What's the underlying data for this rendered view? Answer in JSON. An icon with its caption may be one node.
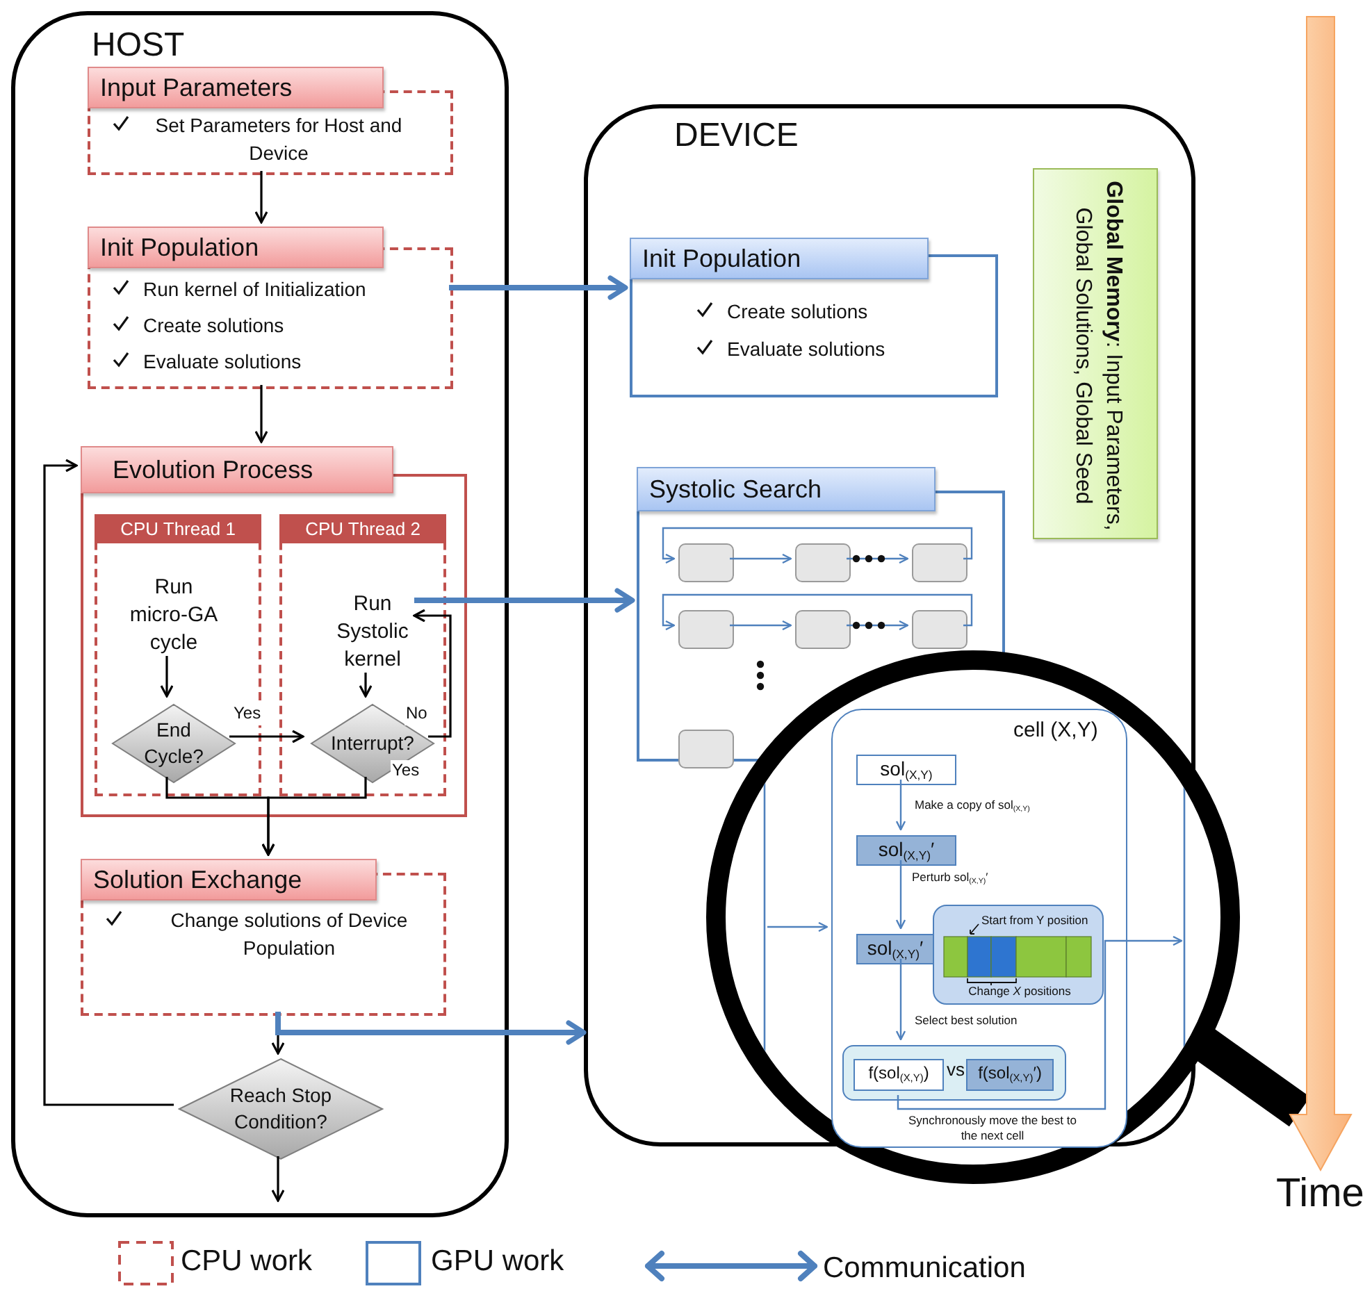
{
  "diagram": {
    "nodes": [
      {
        "text": [
          "HOST"
        ]
      },
      {
        "text": [
          "Input Parameters",
          "Set Parameters for Host and Device"
        ],
        "in": 0
      },
      {
        "text": [
          "Init Population",
          "Run kernel of Initialization",
          "Create solutions",
          "Evaluate solutions"
        ],
        "in": 0
      },
      {
        "text": [
          "Evolution Process"
        ],
        "in": 0
      },
      {
        "text": [
          "CPU Thread 1"
        ],
        "in": 3
      },
      {
        "text": [
          "Run micro-GA cycle"
        ],
        "in": 4
      },
      {
        "text": [
          "End Cycle?"
        ],
        "in": 4
      },
      {
        "text": [
          "CPU Thread 2"
        ],
        "in": 3
      },
      {
        "text": [
          "Run Systolic kernel"
        ],
        "in": 7
      },
      {
        "text": [
          "Interrupt?"
        ],
        "in": 7
      },
      {
        "text": [
          "Solution Exchange",
          "Change solutions of Device Population"
        ],
        "in": 0
      },
      {
        "text": [
          "Reach Stop Condition?"
        ],
        "in": 0
      },
      {
        "text": [
          "DEVICE"
        ]
      },
      {
        "text": [
          "Init Population",
          "Create solutions",
          "Evaluate solutions"
        ],
        "in": 12
      },
      {
        "text": [
          "**Global Memory**: Input Parameters, Global Solutions, Global Seed"
        ],
        "in": 12
      },
      {
        "text": [
          "Systolic Search"
        ],
        "in": 12
      },
      {
        "text": [],
        "shape": "box",
        "in": 15
      },
      {
        "text": [],
        "shape": "box",
        "in": 15
      },
      {
        "text": [],
        "shape": "box",
        "in": 15
      },
      {
        "text": [],
        "shape": "box",
        "in": 15
      },
      {
        "text": [],
        "shape": "box",
        "in": 15
      },
      {
        "text": [],
        "shape": "box",
        "in": 15
      },
      {
        "text": [],
        "shape": "box",
        "in": 15
      },
      {
        "text": [
          "cell (X,Y)"
        ],
        "in": 12
      },
      {
        "text": [
          "sol$_{(X,Y)}$"
        ],
        "in": 23
      },
      {
        "text": [
          "sol$_{(X,Y)}$′"
        ],
        "in": 23
      },
      {
        "text": [
          "sol$_{(X,Y)}$′"
        ],
        "in": 23
      },
      {
        "text": [
          "Start from Y position",
          "Change *X* positions"
        ],
        "in": 23
      },
      {
        "text": [
          "vs"
        ],
        "in": 23
      },
      {
        "text": [
          "f(sol$_{(X,Y)}$)"
        ],
        "in": 28
      },
      {
        "text": [
          "f(sol$_{(X,Y)}$′)"
        ],
        "in": 28
      }
    ],
    "edges": [
      {
        "from": 1,
        "to": 2,
        "arrow": "to",
        "color": "#000000"
      },
      {
        "from": 2,
        "to": 3,
        "arrow": "to",
        "color": "#000000"
      },
      {
        "from": 5,
        "to": 6,
        "arrow": "to",
        "color": "#000000"
      },
      {
        "from": 6,
        "to": 9,
        "arrow": "to",
        "label": "Yes",
        "color": "#000000"
      },
      {
        "from": 8,
        "to": 9,
        "arrow": "to",
        "color": "#000000"
      },
      {
        "from": 9,
        "to": 8,
        "arrow": "to",
        "label": "No",
        "color": "#000000"
      },
      {
        "from": 6,
        "to": 10,
        "arrow": "to",
        "color": "#000000"
      },
      {
        "from": 9,
        "to": 10,
        "arrow": "to",
        "label": "Yes",
        "color": "#000000"
      },
      {
        "from": 10,
        "to": 11,
        "arrow": "to",
        "color": "#000000"
      },
      {
        "from": 11,
        "to": 3,
        "arrow": "to",
        "color": "#000000"
      },
      {
        "from": 11,
        "to": null,
        "arrow": "to",
        "color": "#000000"
      },
      {
        "from": 2,
        "to": 13,
        "arrow": "to",
        "style": "thick"
      },
      {
        "from": 8,
        "to": 15,
        "arrow": "to",
        "style": "thick"
      },
      {
        "from": 10,
        "to": 12,
        "arrow": "to",
        "style": "thick"
      },
      {
        "from": 16,
        "to": 17,
        "arrow": "to"
      },
      {
        "from": 17,
        "to": 18,
        "arrow": "to"
      },
      {
        "from": 18,
        "to": 16,
        "arrow": "to"
      },
      {
        "from": 19,
        "to": 20,
        "arrow": "to"
      },
      {
        "from": 20,
        "to": 21,
        "arrow": "to"
      },
      {
        "from": 21,
        "to": 19,
        "arrow": "to"
      },
      {
        "from": null,
        "to": 23,
        "arrow": "to"
      },
      {
        "from": 24,
        "to": 25,
        "arrow": "to",
        "label": "Make a copy of sol$_{(X,Y)}$"
      },
      {
        "from": 25,
        "to": 26,
        "arrow": "to",
        "label": "Perturb sol$_{(X,Y)}$′"
      },
      {
        "from": 26,
        "to": 28,
        "arrow": "to",
        "label": "Select best solution"
      },
      {
        "from": 28,
        "to": 12,
        "arrow": "to",
        "label": "Synchronously move the best to the next cell"
      }
    ],
    "labels": [
      "Time"
    ],
    "legend": [
      {
        "text": "CPU work"
      },
      {
        "text": "GPU work"
      },
      {
        "text": "Communication"
      }
    ]
  }
}
